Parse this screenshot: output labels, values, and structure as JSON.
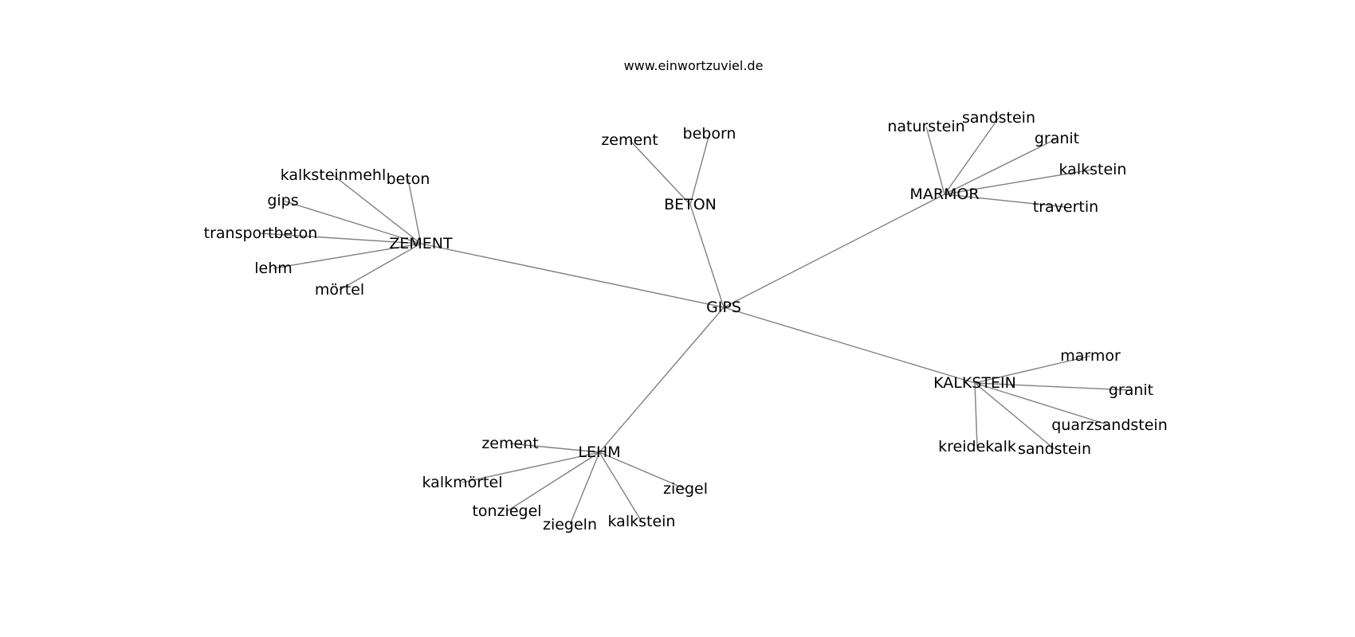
{
  "source_text": "www.einwortzuviel.de",
  "center": "GIPS",
  "clusters": [
    {
      "hub": "BETON",
      "words": [
        "zement",
        "beborn"
      ]
    },
    {
      "hub": "MARMOR",
      "words": [
        "naturstein",
        "sandstein",
        "granit",
        "kalkstein",
        "travertin"
      ]
    },
    {
      "hub": "ZEMENT",
      "words": [
        "kalksteinmehl",
        "beton",
        "gips",
        "transportbeton",
        "lehm",
        "mörtel"
      ]
    },
    {
      "hub": "KALKSTEIN",
      "words": [
        "marmor",
        "granit",
        "quarzsandstein",
        "sandstein",
        "kreidekalk"
      ]
    },
    {
      "hub": "LEHM",
      "words": [
        "zement",
        "kalkmörtel",
        "tonziegel",
        "ziegeln",
        "kalkstein",
        "ziegel"
      ]
    }
  ],
  "colors": {
    "edge": "#808080",
    "text": "#000000",
    "background": "#ffffff"
  }
}
